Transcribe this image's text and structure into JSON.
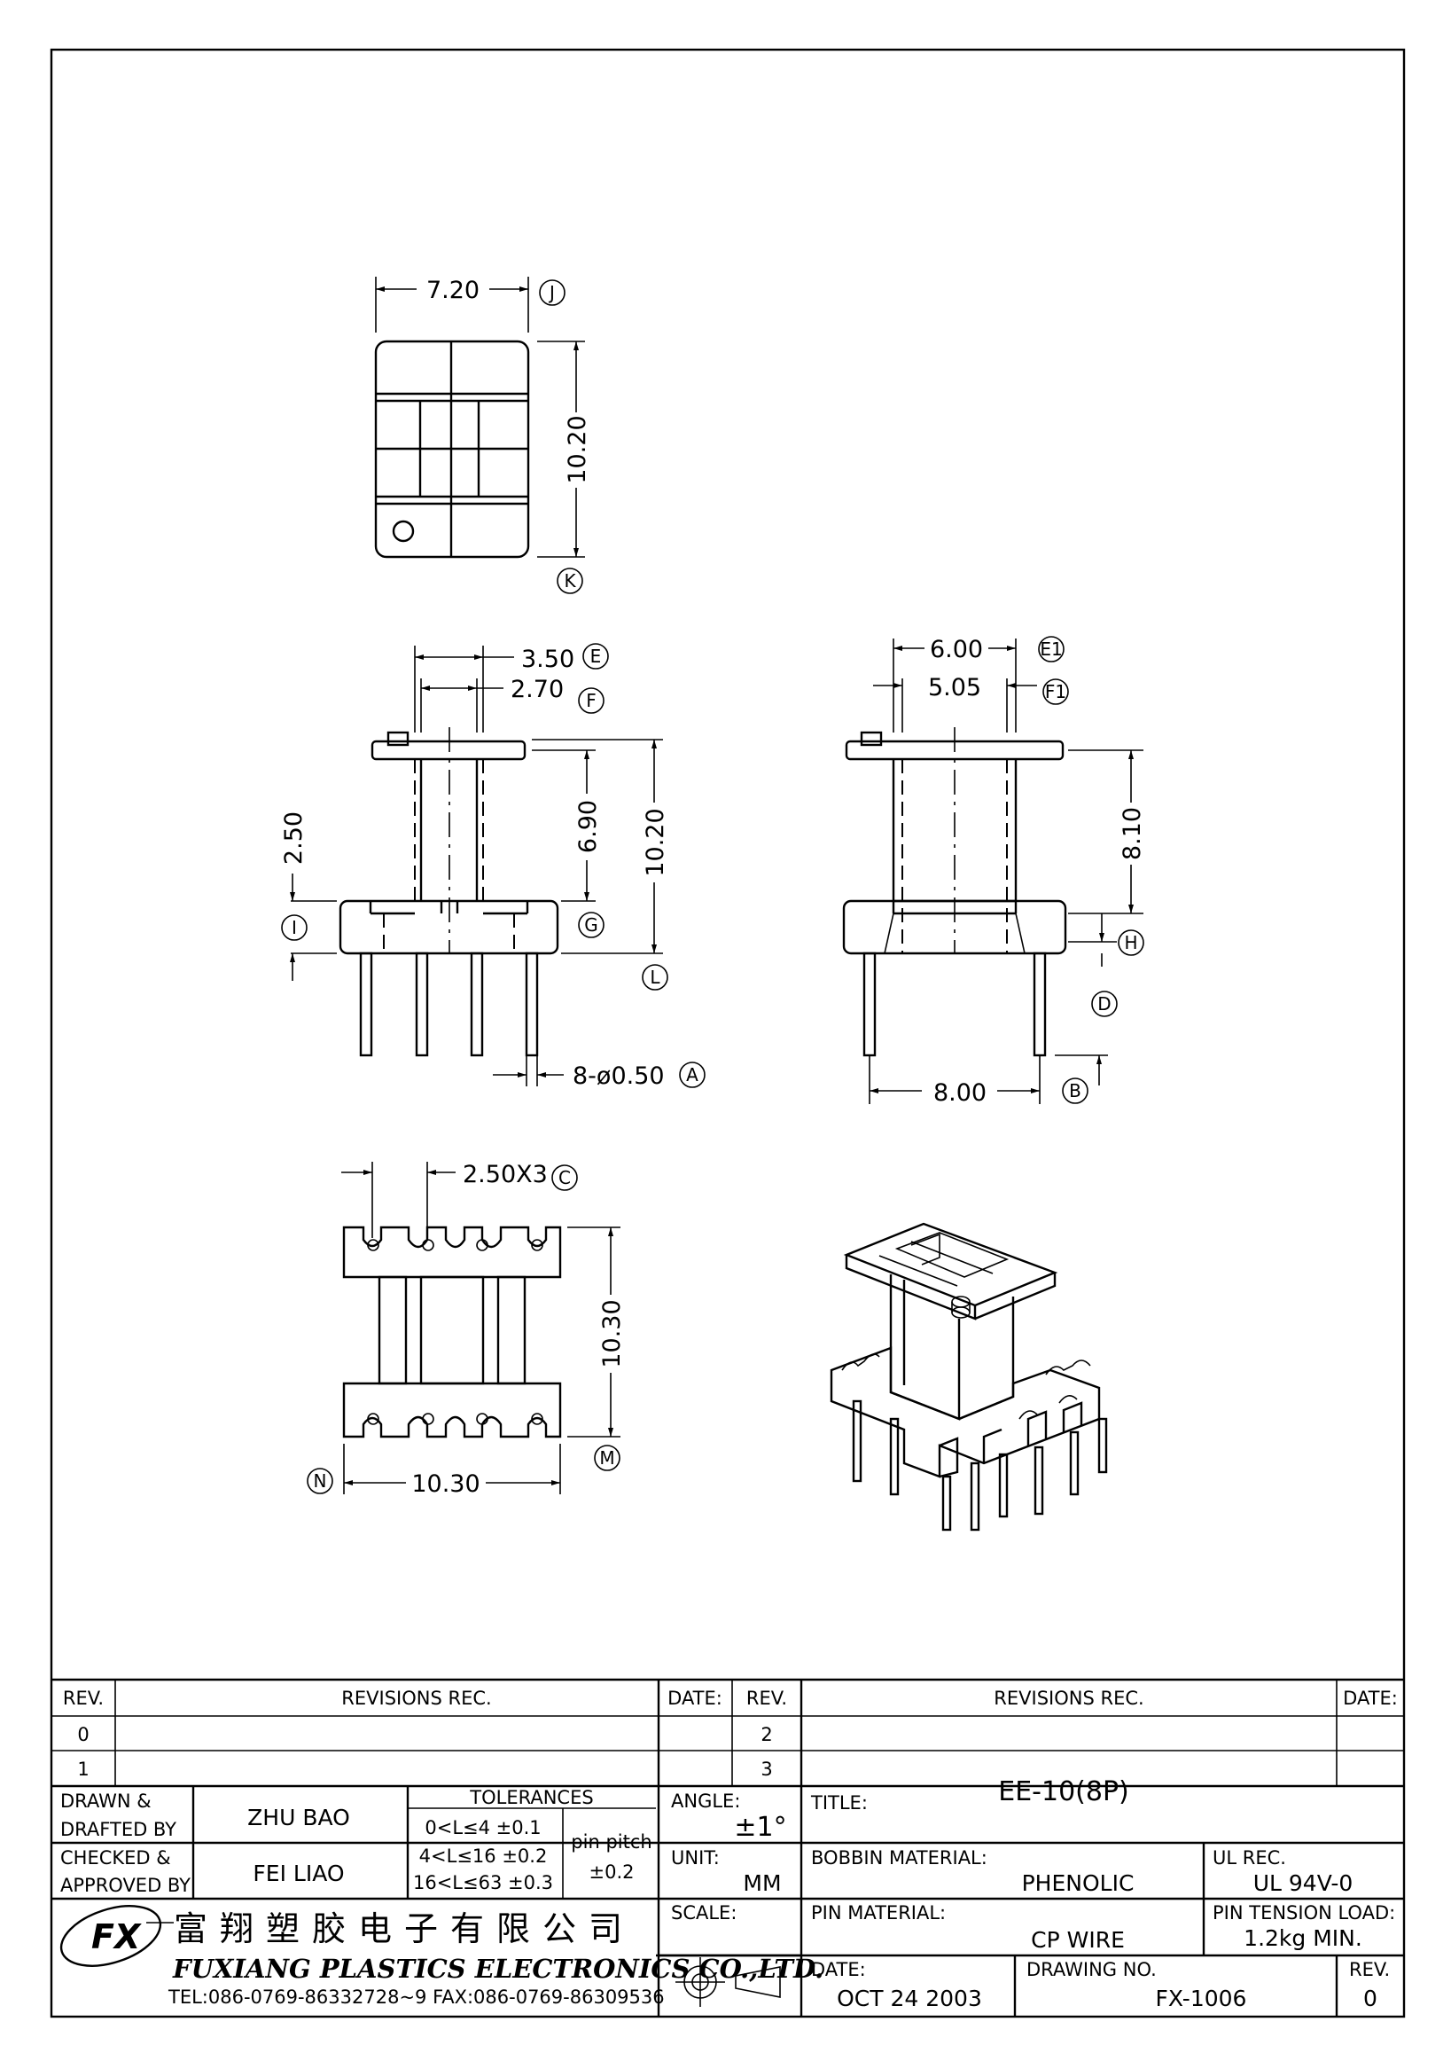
{
  "dims": {
    "top_width": "7.20",
    "top_height": "10.20",
    "front_e": "3.50",
    "front_f": "2.70",
    "front_left": "2.50",
    "front_inner": "6.90",
    "front_total": "10.20",
    "pin_dia": "8-ø0.50",
    "side_e1": "6.00",
    "side_f1": "5.05",
    "side_height": "8.10",
    "side_pins": "8.00",
    "bottom_pitch": "2.50X3",
    "bottom_height": "10.30",
    "bottom_width": "10.30"
  },
  "bubbles": {
    "J": "J",
    "K": "K",
    "E": "E",
    "F": "F",
    "G": "G",
    "I": "I",
    "L": "L",
    "A": "A",
    "E1": "E1",
    "F1": "F1",
    "H": "H",
    "D": "D",
    "B": "B",
    "C": "C",
    "M": "M",
    "N": "N"
  },
  "title_block": {
    "rev_header": "REV.",
    "revisions_header": "REVISIONS   REC.",
    "date_header": "DATE:",
    "rev_0": "0",
    "rev_1": "1",
    "rev_2": "2",
    "rev_3": "3",
    "drawn_label_1": "DRAWN &",
    "drawn_label_2": "DRAFTED BY",
    "drawn_by": "ZHU BAO",
    "checked_label_1": "CHECKED &",
    "checked_label_2": "APPROVED BY",
    "checked_by": "FEI LIAO",
    "tolerances_header": "TOLERANCES",
    "tol_1": "0<L≤4   ±0.1",
    "tol_2": "4<L≤16  ±0.2",
    "tol_3": "16<L≤63  ±0.3",
    "pin_pitch_label": "pin  pitch",
    "pin_pitch_tol": "±0.2",
    "angle_label": "ANGLE:",
    "angle_value": "±1°",
    "unit_label": "UNIT:",
    "unit_value": "MM",
    "scale_label": "SCALE:",
    "title_label": "TITLE:",
    "title_value": "EE-10(8P)",
    "bobbin_label": "BOBBIN  MATERIAL:",
    "bobbin_value": "PHENOLIC",
    "ul_label": "UL  REC.",
    "ul_value": "UL  94V-0",
    "pin_material_label": "PIN  MATERIAL:",
    "pin_material_value": "CP  WIRE",
    "pin_tension_label": "PIN  TENSION  LOAD:",
    "pin_tension_value": "1.2kg  MIN.",
    "date_label": "DATE:",
    "date_value": "OCT  24  2003",
    "drawing_no_label": "DRAWING  NO.",
    "drawing_no_value": "FX-1006",
    "rev_label": "REV.",
    "rev_value": "0"
  },
  "company": {
    "logo_text": "FX",
    "chinese_name": "富翔塑胶电子有限公司",
    "english_name": "FUXIANG  PLASTICS  ELECTRONICS  CO.,LTD.",
    "contact": "TEL:086-0769-86332728~9   FAX:086-0769-86309536"
  }
}
